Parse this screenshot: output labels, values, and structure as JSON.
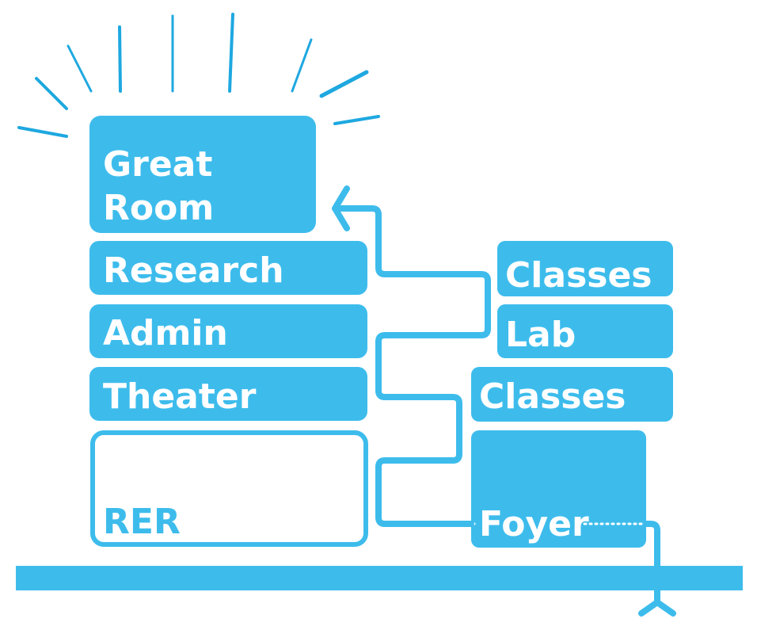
{
  "colors": {
    "accent": "#3dbcec",
    "ray": "#1ea8e0",
    "text_on_fill": "#ffffff",
    "background": "#ffffff"
  },
  "rooms": {
    "great_room": {
      "line1": "Great",
      "line2": "Room"
    },
    "research": "Research",
    "admin": "Admin",
    "theater": "Theater",
    "rer": "RER",
    "classes_upper": "Classes",
    "lab": "Lab",
    "classes_lower": "Classes",
    "foyer": "Foyer"
  },
  "icons": {
    "arrow": "arrow-left-icon",
    "entrance": "entrance-fork-icon",
    "burst": "highlight-rays-icon"
  }
}
